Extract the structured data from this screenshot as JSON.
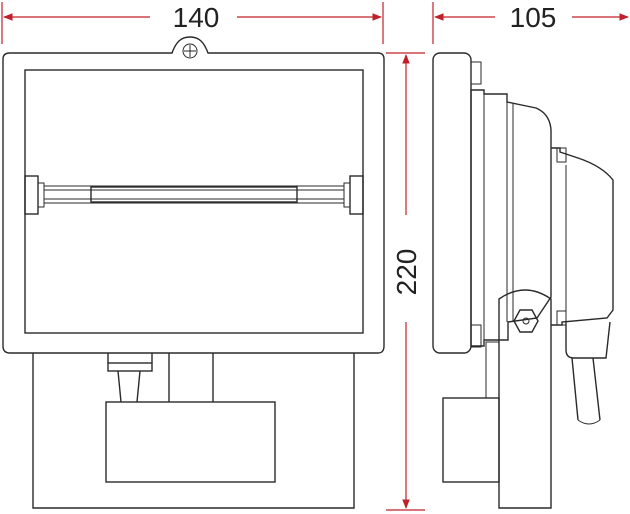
{
  "dimensions": {
    "width": "140",
    "depth": "105",
    "height": "220"
  },
  "colors": {
    "dimension_line": "#c0202a",
    "outline": "#2a2a2a",
    "background": "#ffffff"
  },
  "views": [
    "front-view",
    "side-view"
  ]
}
